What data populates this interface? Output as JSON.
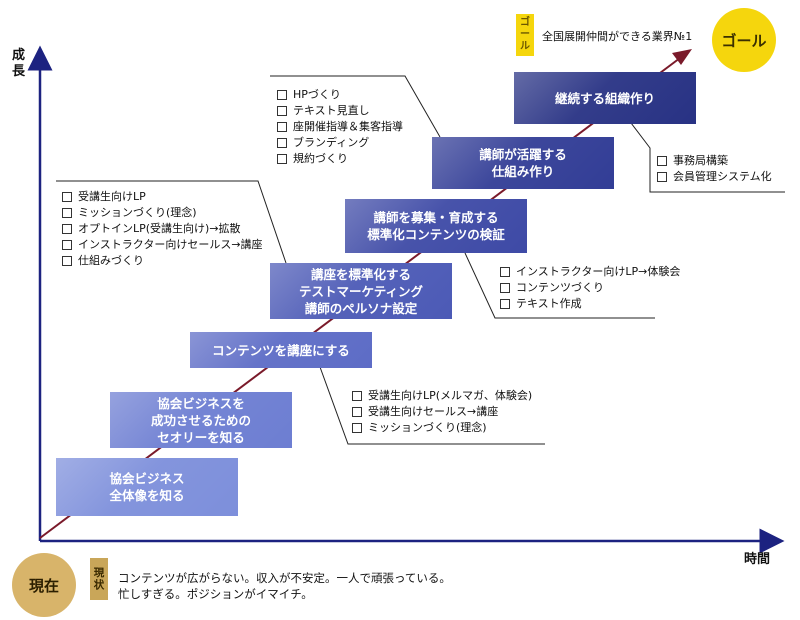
{
  "axes": {
    "y_label": "成長",
    "x_label": "時間"
  },
  "goal": {
    "circle_label": "ゴール",
    "tag_chars": [
      "ゴ",
      "ー",
      "ル"
    ],
    "text": "全国展開仲間ができる業界№1",
    "colors": {
      "circle": "#f5d60d",
      "tag": "#f5d60d",
      "arrow": "#7a1a2a"
    }
  },
  "current": {
    "circle_label": "現在",
    "tag_chars": [
      "現",
      "状"
    ],
    "lines": [
      "コンテンツが広がらない。収入が不安定。一人で頑張っている。",
      "忙しすぎる。ポジションがイマイチ。"
    ],
    "colors": {
      "circle": "#d8b46a",
      "tag": "#c9a659"
    }
  },
  "steps": [
    {
      "label": "協会ビジネス\n全体像を知る",
      "color": "#7d8fdb"
    },
    {
      "label": "協会ビジネスを\n成功させるための\nセオリーを知る",
      "color": "#6d7ed2"
    },
    {
      "label": "コンテンツを講座にする",
      "color": "#5d6cc6"
    },
    {
      "label": "講座を標準化する\nテストマーケティング\n講師のペルソナ設定",
      "color": "#4c5ab6"
    },
    {
      "label": "講師を募集・育成する\n標準化コンテンツの検証",
      "color": "#3e4aa6"
    },
    {
      "label": "講師が活躍する\n仕組み作り",
      "color": "#323d96"
    },
    {
      "label": "継続する組織作り",
      "color": "#283284"
    }
  ],
  "checklists": [
    {
      "items": [
        "受講生向けLP",
        "ミッションづくり(理念)",
        "オプトインLP(受講生向け)→拡散",
        "インストラクター向けセールス→講座",
        "仕組みづくり"
      ]
    },
    {
      "items": [
        "HPづくり",
        "テキスト見直し",
        "座開催指導＆集客指導",
        "ブランディング",
        "規約づくり"
      ]
    },
    {
      "items": [
        "事務局構築",
        "会員管理システム化"
      ]
    },
    {
      "items": [
        "インストラクター向けLP→体験会",
        "コンテンツづくり",
        "テキスト作成"
      ]
    },
    {
      "items": [
        "受講生向けLP(メルマガ、体験会)",
        "受講生向けセールス→講座",
        "ミッションづくり(理念)"
      ]
    }
  ]
}
